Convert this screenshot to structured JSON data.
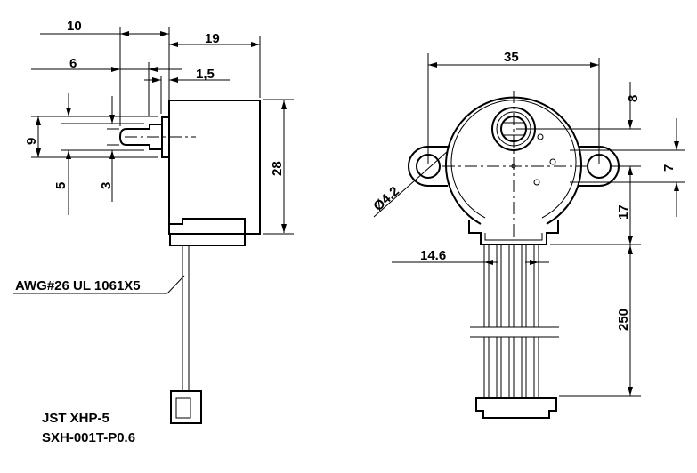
{
  "side_view": {
    "dim_10": "10",
    "dim_19": "19",
    "dim_6": "6",
    "dim_1_5": "1,5",
    "dim_9": "9",
    "dim_5": "5",
    "dim_3": "3",
    "dim_28": "28",
    "wire_label": "AWG#26 UL 1061X5",
    "connector_label_1": "JST XHP-5",
    "connector_label_2": "SXH-001T-P0.6"
  },
  "front_view": {
    "dim_35": "35",
    "dim_8": "8",
    "dim_7": "7",
    "dim_hole": "Ø4.2",
    "dim_17": "17",
    "dim_14_6": "14.6",
    "dim_250": "250"
  }
}
